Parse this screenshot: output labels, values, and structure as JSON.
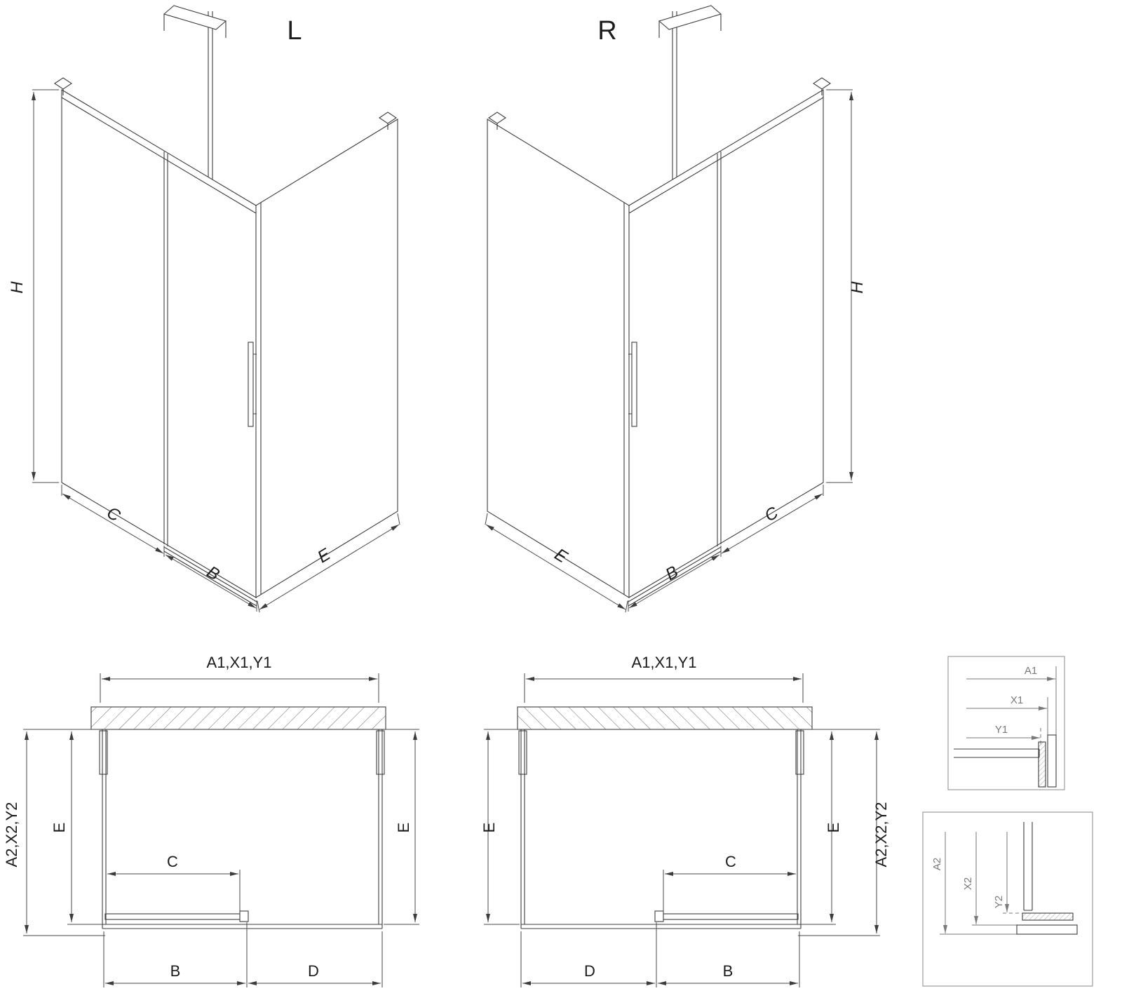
{
  "figure": {
    "iso_left": {
      "variant": "L",
      "dim_h": "H",
      "dim_c": "C",
      "dim_b": "B",
      "dim_e": "E"
    },
    "iso_right": {
      "variant": "R",
      "dim_h": "H",
      "dim_c": "C",
      "dim_b": "B",
      "dim_e": "E"
    },
    "plan_left": {
      "dim_width": "A1,X1,Y1",
      "dim_depth": "A2,X2,Y2",
      "dim_e_left": "E",
      "dim_e_right": "E",
      "dim_c": "C",
      "dim_b": "B",
      "dim_d": "D"
    },
    "plan_right": {
      "dim_width": "A1,X1,Y1",
      "dim_depth": "A2,X2,Y2",
      "dim_e_left": "E",
      "dim_e_right": "E",
      "dim_c": "C",
      "dim_b": "B",
      "dim_d": "D"
    },
    "detail_width": {
      "dim_a1": "A1",
      "dim_x1": "X1",
      "dim_y1": "Y1"
    },
    "detail_depth": {
      "dim_a2": "A2",
      "dim_x2": "X2",
      "dim_y2": "Y2"
    },
    "colors": {
      "line": "#3d3d3d",
      "dimension": "#4a4a4a",
      "detail": "#7a7a7a",
      "background": "#ffffff"
    }
  }
}
